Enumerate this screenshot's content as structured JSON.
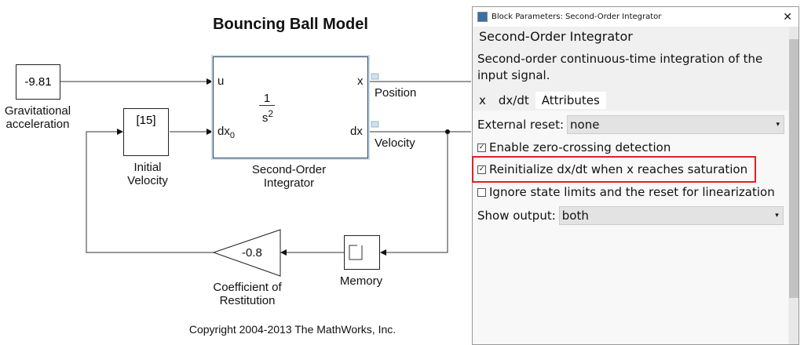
{
  "diagram": {
    "title": "Bouncing Ball Model",
    "constant_value": "-9.81",
    "constant_label": "Gravitational acceleration",
    "ic_value": "[15]",
    "ic_label": "Initial Velocity",
    "integrator": {
      "in_u": "u",
      "in_dx": "dx",
      "in_dx_sub": "0",
      "out_x": "x",
      "out_dx": "dx",
      "num": "1",
      "den": "s",
      "den_exp": "2",
      "label": "Second-Order Integrator"
    },
    "signal_position": "Position",
    "signal_velocity": "Velocity",
    "memory_label": "Memory",
    "gain_value": "-0.8",
    "gain_label": "Coefficient of Restitution",
    "copyright": "Copyright 2004-2013 The MathWorks, Inc."
  },
  "dialog": {
    "title": "Block Parameters: Second-Order Integrator",
    "header": "Second-Order Integrator",
    "description": "Second-order continuous-time integration of the input signal.",
    "tabs": [
      "x",
      "dx/dt",
      "Attributes"
    ],
    "active_tab": "Attributes",
    "external_reset_label": "External reset:",
    "external_reset_value": "none",
    "checkboxes": [
      {
        "label": "Enable zero-crossing detection",
        "checked": true
      },
      {
        "label": "Reinitialize dx/dt when x reaches saturation",
        "checked": true
      },
      {
        "label": "Ignore state limits and the reset for linearization",
        "checked": false
      }
    ],
    "show_output_label": "Show output:",
    "show_output_value": "both",
    "highlight_color": "#e0202a"
  }
}
